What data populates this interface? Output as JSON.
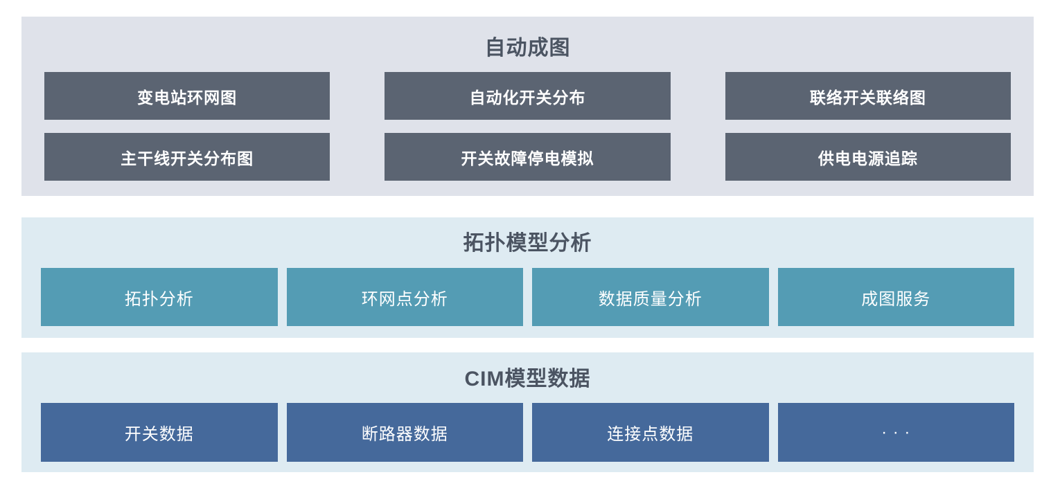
{
  "colors": {
    "section_auto_drawing_bg": "#dfe2ea",
    "section_auto_drawing_box": "#5b6472",
    "section_light_blue_bg": "#deebf2",
    "section_topology_box": "#549cb4",
    "section_cim_box": "#45699b",
    "title_text": "#4b5462",
    "box_text": "#ffffff"
  },
  "sections": [
    {
      "id": "auto-drawing",
      "title": "自动成图",
      "items": [
        "变电站环网图",
        "自动化开关分布",
        "联络开关联络图",
        "主干线开关分布图",
        "开关故障停电模拟",
        "供电电源追踪"
      ]
    },
    {
      "id": "topology-model-analysis",
      "title": "拓扑模型分析",
      "items": [
        "拓扑分析",
        "环网点分析",
        "数据质量分析",
        "成图服务"
      ]
    },
    {
      "id": "cim-model-data",
      "title": "CIM模型数据",
      "items": [
        "开关数据",
        "断路器数据",
        "连接点数据",
        "· · ·"
      ]
    }
  ]
}
